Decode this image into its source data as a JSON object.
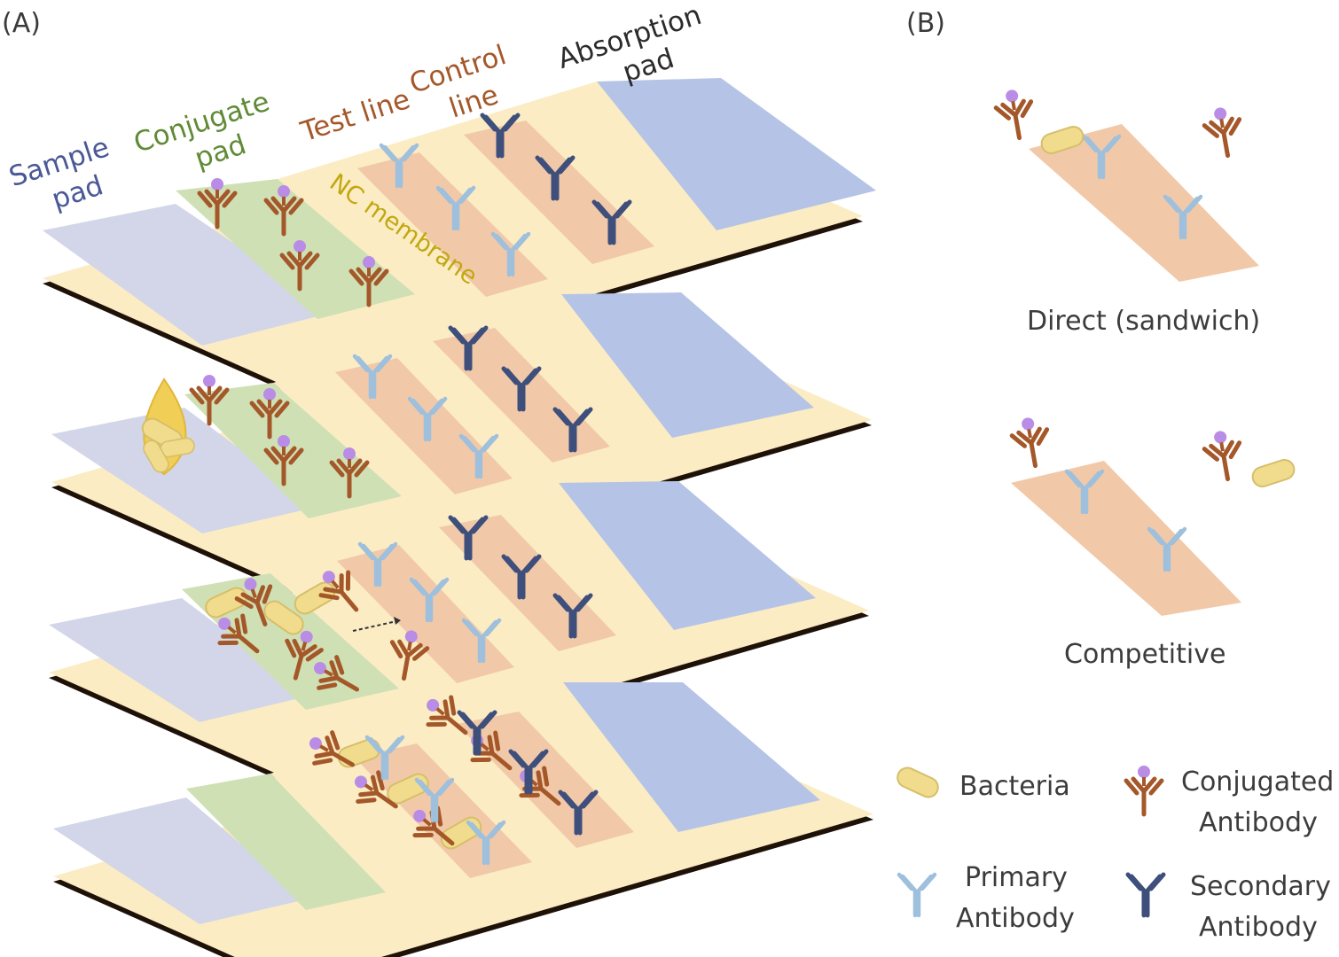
{
  "panel_a": {
    "label": "(A)",
    "strip_labels": {
      "sample_pad": [
        "Sample",
        "pad"
      ],
      "conjugate_pad": [
        "Conjugate",
        "pad"
      ],
      "test_line": [
        "Test line"
      ],
      "control_line": [
        "Control",
        "line"
      ],
      "absorption_pad": [
        "Absorption",
        "pad"
      ],
      "nc_membrane": [
        "NC membrane"
      ]
    }
  },
  "panel_b": {
    "label": "(B)",
    "direct_caption": "Direct (sandwich)",
    "competitive_caption": "Competitive"
  },
  "legend": {
    "bacteria": "Bacteria",
    "conjugated": [
      "Conjugated",
      "Antibody"
    ],
    "primary": [
      "Primary",
      "Antibody"
    ],
    "secondary": [
      "Secondary",
      "Antibody"
    ]
  },
  "colors": {
    "sample_pad": "#d2d6e8",
    "conjugate_pad": "#cfe0b5",
    "membrane": "#fbecc4",
    "test_control_band": "#f1c9a8",
    "absorption_pad": "#b5c4e6",
    "strip_edge": "#1e1208",
    "conjugated_antibody": "#a4582a",
    "gold_label": "#b98ce6",
    "primary_antibody": "#9ec0dd",
    "secondary_antibody": "#3e4f7c",
    "bacteria": "#f1dc8d",
    "sample_label": "#4a5896",
    "conjugate_label": "#5f8a36",
    "line_label": "#a4582a",
    "absorption_label": "#2b2b2b",
    "nc_label": "#c2a810"
  }
}
